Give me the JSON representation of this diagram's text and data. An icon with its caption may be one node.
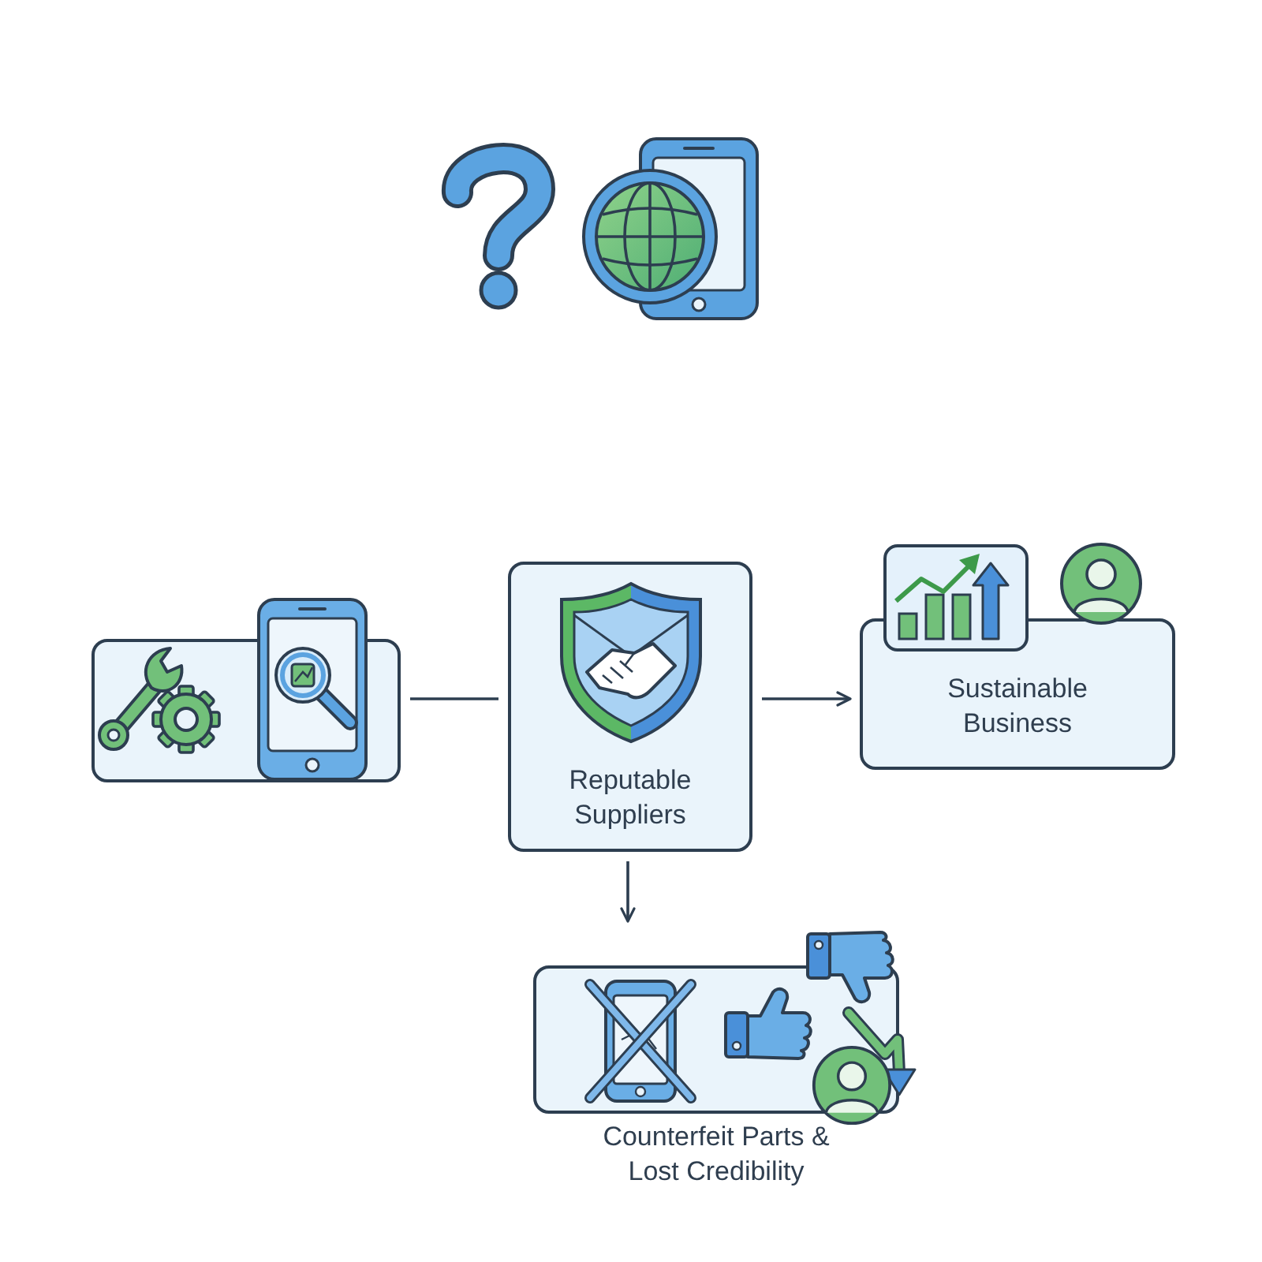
{
  "diagram": {
    "nodes": [
      {
        "text": [],
        "shape": "box"
      },
      {
        "text": [
          "Reputable Suppliers"
        ]
      },
      {
        "text": [
          "Sustainable Business"
        ]
      },
      {
        "text": [
          "Counterfeit Parts & Lost Credibility"
        ]
      }
    ],
    "edges": [
      {
        "from": 0,
        "to": 1,
        "arrow": "none"
      },
      {
        "from": 1,
        "to": 2,
        "arrow": "to"
      },
      {
        "from": 1,
        "to": 3,
        "arrow": "to"
      }
    ]
  }
}
